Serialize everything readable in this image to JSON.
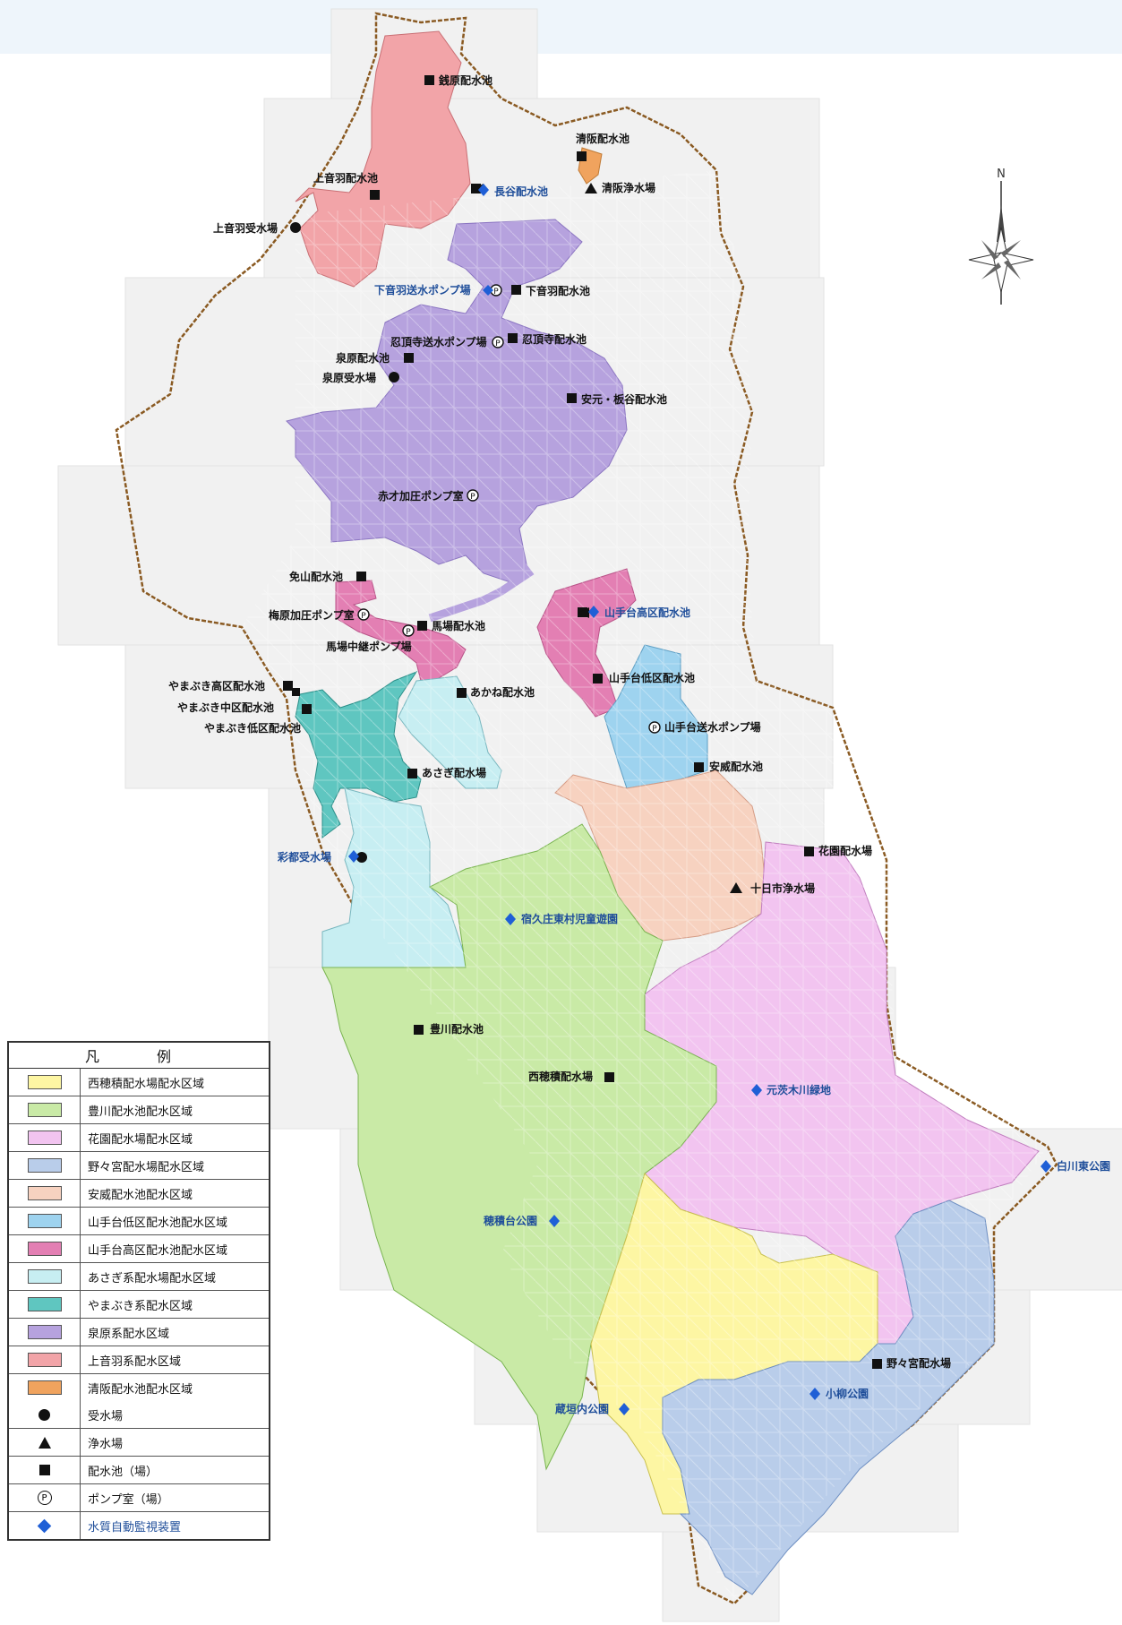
{
  "legend": {
    "title": "凡　例",
    "zones": [
      {
        "label": "西穂積配水場配水区域",
        "color": "#fdf6a3"
      },
      {
        "label": "豊川配水池配水区域",
        "color": "#c9eaa6"
      },
      {
        "label": "花園配水場配水区域",
        "color": "#f2c4f0"
      },
      {
        "label": "野々宮配水場配水区域",
        "color": "#b9cdea"
      },
      {
        "label": "安威配水池配水区域",
        "color": "#f7d2c0"
      },
      {
        "label": "山手台低区配水池配水区域",
        "color": "#9ed3ef"
      },
      {
        "label": "山手台高区配水池配水区域",
        "color": "#e37fb3"
      },
      {
        "label": "あさぎ系配水場配水区域",
        "color": "#c7eef2"
      },
      {
        "label": "やまぶき系配水区域",
        "color": "#5fc6c0"
      },
      {
        "label": "泉原系配水区域",
        "color": "#b6a2de"
      },
      {
        "label": "上音羽系配水区域",
        "color": "#f2a4a8"
      },
      {
        "label": "清阪配水池配水区域",
        "color": "#f0a35e"
      }
    ],
    "symbols": [
      {
        "label": "受水場",
        "icon": "circle-icon"
      },
      {
        "label": "浄水場",
        "icon": "triangle-icon"
      },
      {
        "label": "配水池（場）",
        "icon": "square-icon"
      },
      {
        "label": "ポンプ室（場）",
        "icon": "pump-icon"
      },
      {
        "label": "水質自動監視装置",
        "icon": "diamond-icon",
        "color": "#1f5fd6"
      }
    ]
  },
  "map": {
    "facilities": [
      {
        "label": "銭原配水池",
        "type": "square"
      },
      {
        "label": "清阪配水池",
        "type": "square"
      },
      {
        "label": "長谷配水池",
        "type": "square-monitor"
      },
      {
        "label": "清阪浄水場",
        "type": "triangle"
      },
      {
        "label": "上音羽配水池",
        "type": "square"
      },
      {
        "label": "上音羽受水場",
        "type": "circle"
      },
      {
        "label": "下音羽送水ポンプ場",
        "type": "pump-monitor"
      },
      {
        "label": "下音羽配水池",
        "type": "square"
      },
      {
        "label": "忍頂寺送水ポンプ場",
        "type": "pump"
      },
      {
        "label": "忍頂寺配水池",
        "type": "square"
      },
      {
        "label": "泉原配水池",
        "type": "square"
      },
      {
        "label": "泉原受水場",
        "type": "circle"
      },
      {
        "label": "安元・板谷配水池",
        "type": "square"
      },
      {
        "label": "赤才加圧ポンプ室",
        "type": "pump"
      },
      {
        "label": "免山配水池",
        "type": "square"
      },
      {
        "label": "梅原加圧ポンプ室",
        "type": "pump"
      },
      {
        "label": "馬場配水池",
        "type": "square"
      },
      {
        "label": "馬場中継ポンプ場",
        "type": "pump"
      },
      {
        "label": "山手台高区配水池",
        "type": "square-monitor"
      },
      {
        "label": "やまぶき高区配水池",
        "type": "square"
      },
      {
        "label": "やまぶき中区配水池",
        "type": "square"
      },
      {
        "label": "やまぶき低区配水池",
        "type": "square"
      },
      {
        "label": "あかね配水池",
        "type": "square"
      },
      {
        "label": "山手台低区配水池",
        "type": "square"
      },
      {
        "label": "山手台送水ポンプ場",
        "type": "pump"
      },
      {
        "label": "あさぎ配水場",
        "type": "square"
      },
      {
        "label": "安威配水池",
        "type": "square"
      },
      {
        "label": "彩都受水場",
        "type": "circle-monitor"
      },
      {
        "label": "花園配水場",
        "type": "square"
      },
      {
        "label": "十日市浄水場",
        "type": "triangle"
      },
      {
        "label": "宿久庄東村児童遊園",
        "type": "monitor"
      },
      {
        "label": "豊川配水池",
        "type": "square"
      },
      {
        "label": "西穂積配水場",
        "type": "square"
      },
      {
        "label": "元茨木川緑地",
        "type": "monitor"
      },
      {
        "label": "白川東公園",
        "type": "monitor"
      },
      {
        "label": "穂積台公園",
        "type": "monitor"
      },
      {
        "label": "野々宮配水場",
        "type": "square"
      },
      {
        "label": "小柳公園",
        "type": "monitor"
      },
      {
        "label": "蔵垣内公園",
        "type": "monitor"
      }
    ],
    "compass": "N"
  }
}
